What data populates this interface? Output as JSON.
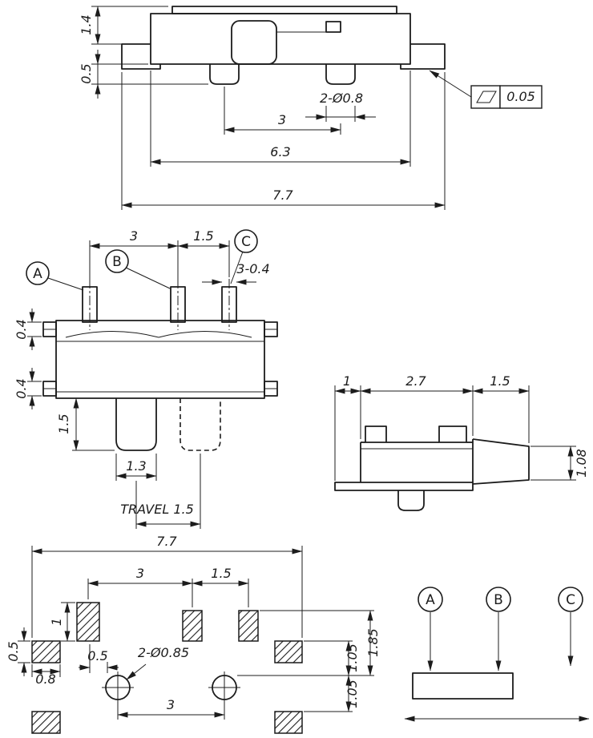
{
  "drawing": {
    "background_color": "#ffffff",
    "line_color": "#1c1c1c",
    "views": {
      "side_elevation": {
        "dim_height_cover": "1.4",
        "dim_pin_protrusion": "0.5",
        "dim_pin_diameter": "2-Ø0.8",
        "dim_pin_pitch": "3",
        "dim_body_width": "6.3",
        "dim_overall_width": "7.7",
        "tolerance_value": "0.05"
      },
      "front_view": {
        "terminal_a": "A",
        "terminal_b": "B",
        "terminal_c": "C",
        "dim_pitch_ab": "3",
        "dim_pitch_bc": "1.5",
        "dim_terminal_width": "3-0.4",
        "dim_tab_upper": "0.4",
        "dim_tab_lower": "0.4",
        "dim_knob_height": "1.5",
        "dim_knob_width": "1.3",
        "travel_label": "TRAVEL 1.5"
      },
      "end_view": {
        "dim_base_overhang": "1",
        "dim_body_depth": "2.7",
        "dim_knob_length": "1.5",
        "dim_knob_height": "1.08"
      },
      "footprint": {
        "dim_overall_width": "7.7",
        "dim_pad_pitch_ab": "3",
        "dim_pad_pitch_bc": "1.5",
        "dim_pad_a_height": "1",
        "dim_side_pad_height": "0.5",
        "dim_pad_hole_offset": "0.5",
        "dim_side_pad_width": "0.8",
        "dim_hole_diameter": "2-Ø0.85",
        "dim_hole_pitch": "3",
        "dim_edge_to_hole": "1.85",
        "dim_hole_offset_upper": "1.05",
        "dim_hole_offset_lower": "1.05"
      },
      "schematic": {
        "terminal_a": "A",
        "terminal_b": "B",
        "terminal_c": "C"
      }
    }
  }
}
